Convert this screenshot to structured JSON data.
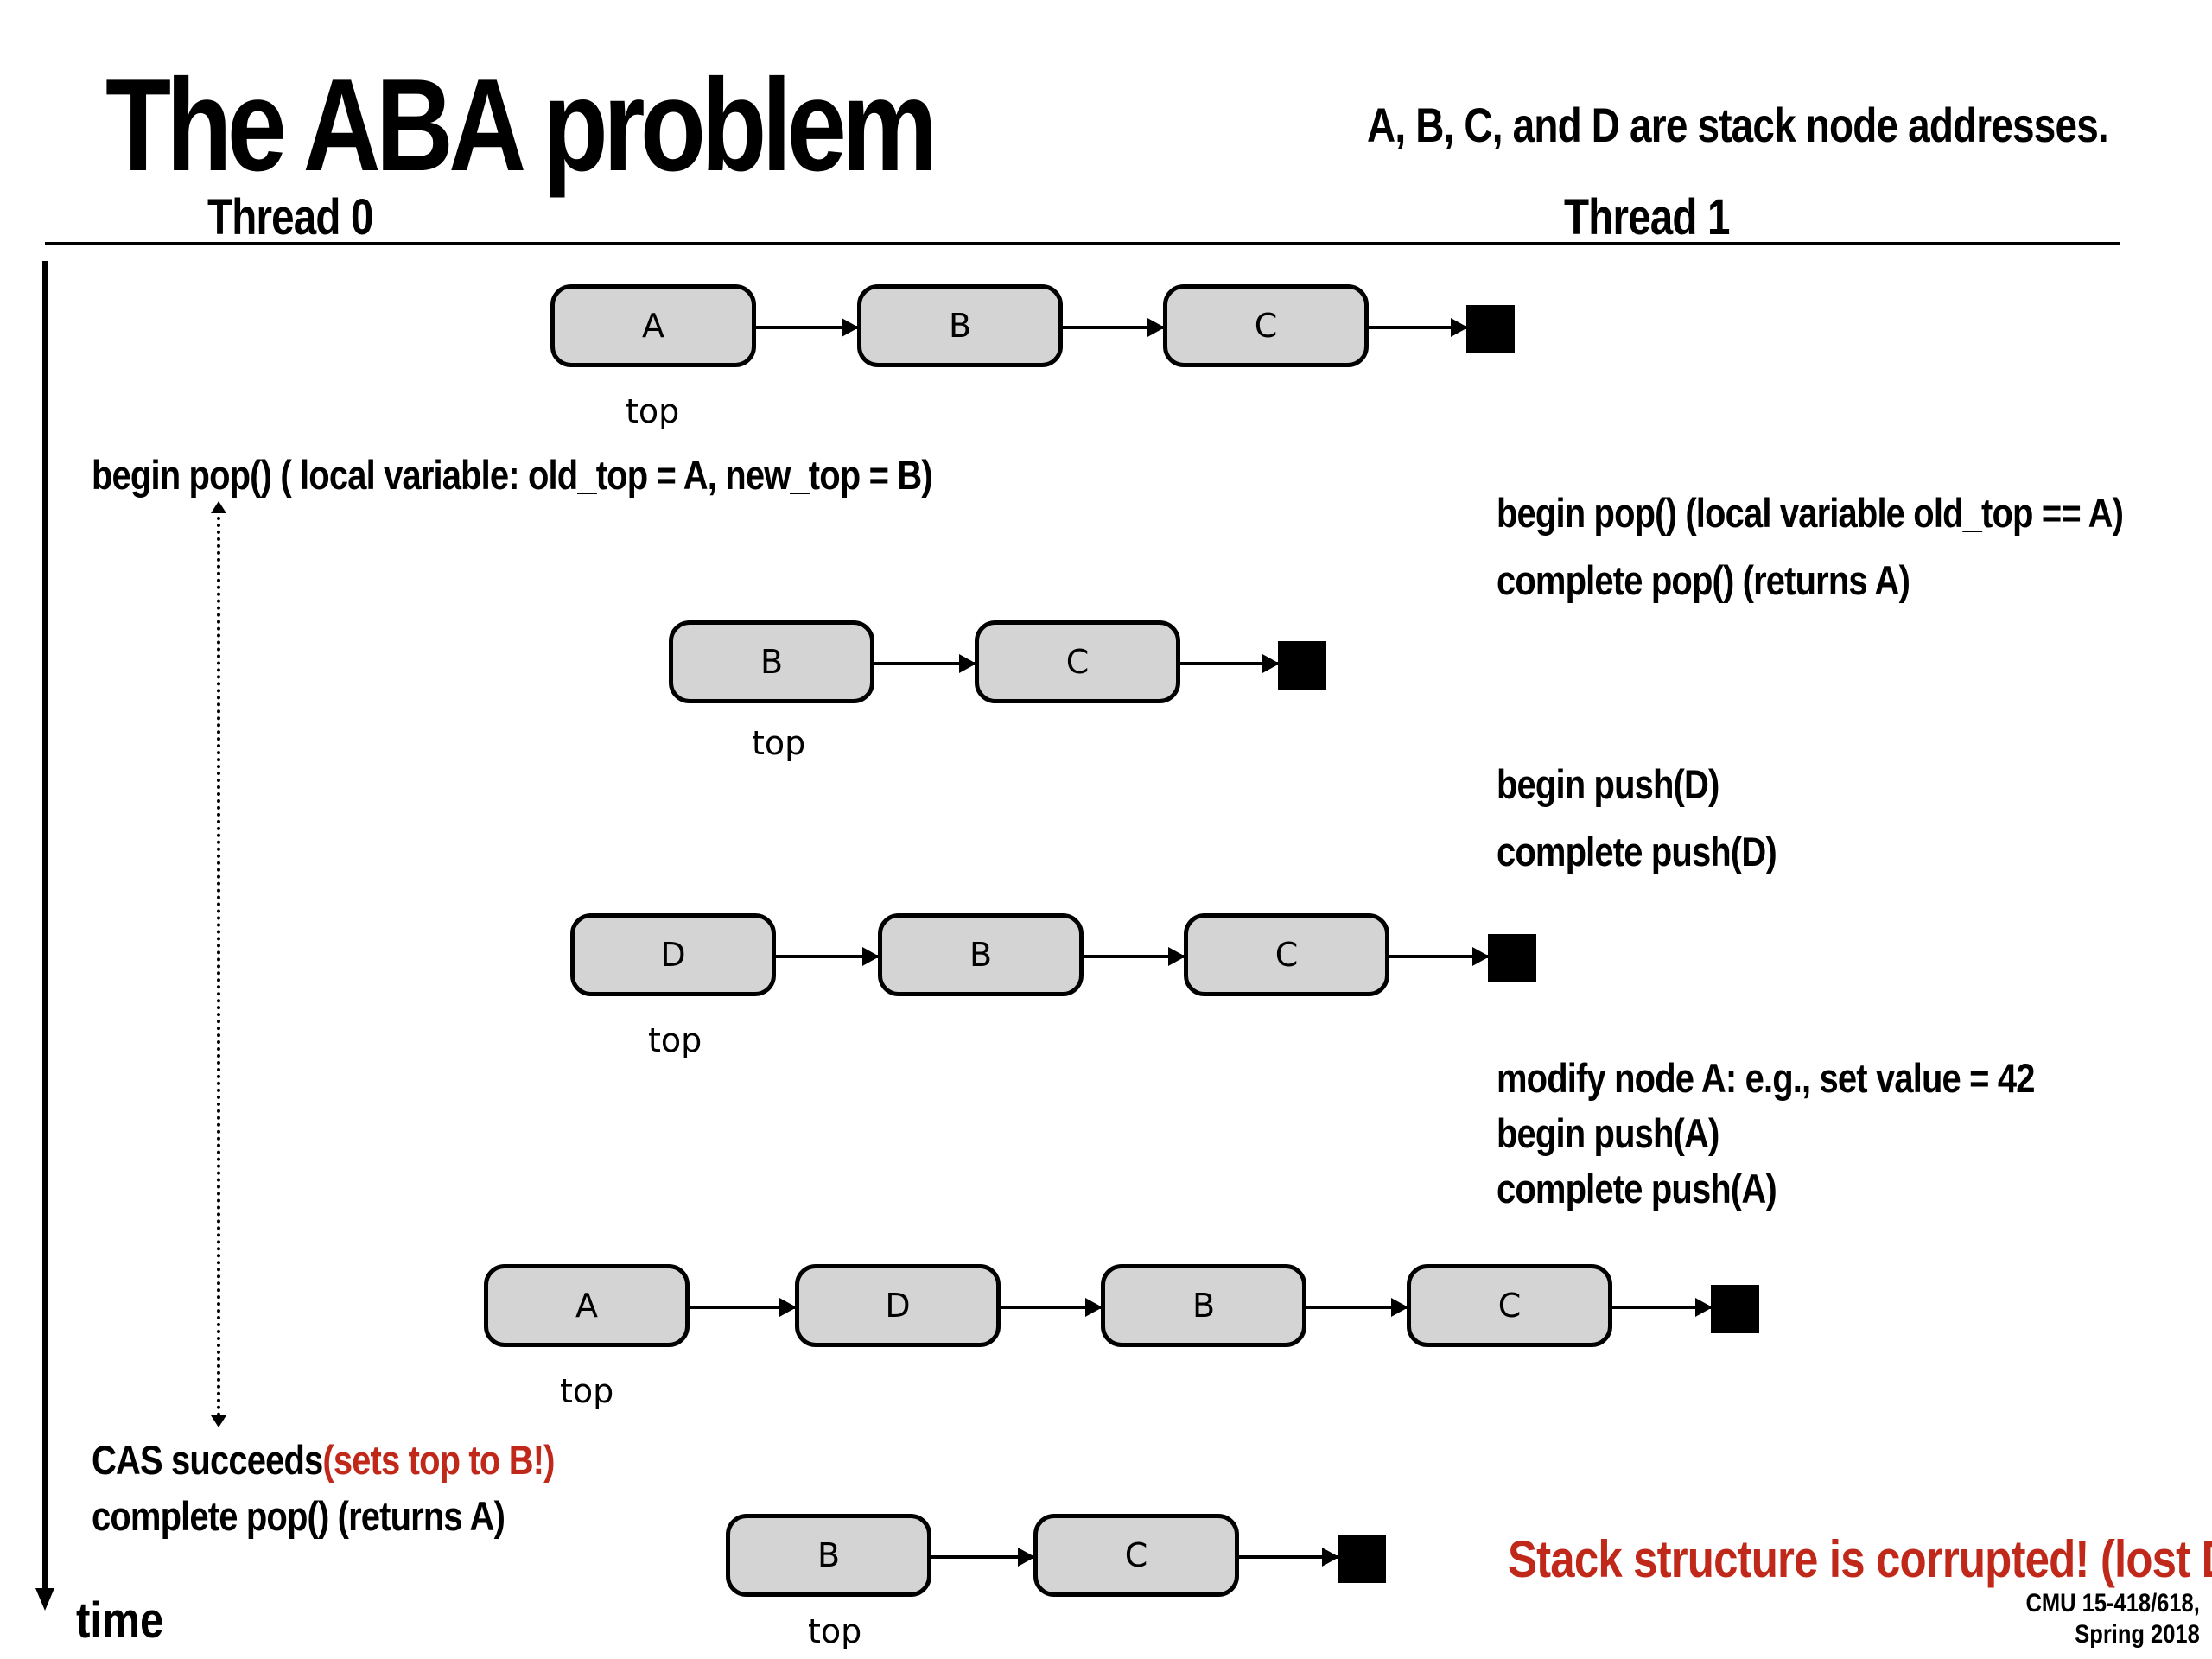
{
  "slide": {
    "title": "The ABA problem",
    "note": "A, B, C, and D are stack node addresses.",
    "thread0_label": "Thread 0",
    "thread1_label": "Thread 1",
    "time_label": "time"
  },
  "thread0": {
    "begin": "begin pop()  ( local variable: old_top = A, new_top = B)",
    "cas_main": "CAS succeeds",
    "cas_red": "(sets top to B!)",
    "complete": "complete pop()  (returns A)"
  },
  "thread1": {
    "pop_begin": "begin pop()  (local variable old_top == A)",
    "pop_complete": "complete pop()   (returns A)",
    "pushD_begin": "begin push(D)",
    "pushD_complete": "complete push(D)",
    "modify": "modify node A: e.g., set value = 42",
    "pushA_begin": "begin push(A)",
    "pushA_complete": "complete push(A)",
    "corrupted": "Stack structure is corrupted! (lost D)"
  },
  "stacks": {
    "s1": [
      "A",
      "B",
      "C"
    ],
    "s2": [
      "B",
      "C"
    ],
    "s3": [
      "D",
      "B",
      "C"
    ],
    "s4": [
      "A",
      "D",
      "B",
      "C"
    ],
    "s5": [
      "B",
      "C"
    ],
    "top_label": "top"
  },
  "footer": {
    "line1": "CMU 15-418/618,",
    "line2": "Spring 2018"
  }
}
